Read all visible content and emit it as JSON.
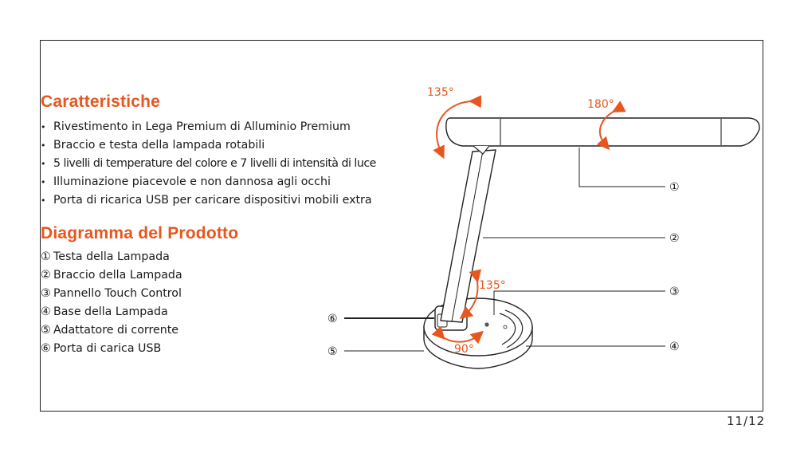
{
  "features_section": {
    "title": "Caratteristiche",
    "items": [
      "Rivestimento in Lega Premium di Alluminio Premium",
      "Braccio e testa della lampada rotabili",
      "5 livelli di temperature del colore e 7 livelli di intensità di luce",
      "Illuminazione piacevole e non dannosa agli occhi",
      "Porta di ricarica USB per caricare dispositivi mobili extra"
    ]
  },
  "diagram_section": {
    "title": "Diagramma del Prodotto",
    "parts": [
      {
        "num": "①",
        "label": "Testa della Lampada"
      },
      {
        "num": "②",
        "label": "Braccio della Lampada"
      },
      {
        "num": "③",
        "label": "Pannello Touch Control"
      },
      {
        "num": "④",
        "label": "Base della Lampada"
      },
      {
        "num": "⑤",
        "label": "Adattatore di corrente"
      },
      {
        "num": "⑥",
        "label": "Porta di carica USB"
      }
    ]
  },
  "illustration": {
    "angles": {
      "head_tilt": "135°",
      "head_rotate": "180°",
      "arm_tilt": "135°",
      "base_rotate": "90°"
    },
    "callouts": {
      "c1": "①",
      "c2": "②",
      "c3": "③",
      "c4": "④",
      "c5": "⑤",
      "c6": "⑥"
    }
  },
  "page": {
    "number": "11/12"
  },
  "colors": {
    "accent": "#e8561f",
    "line": "#222222"
  }
}
